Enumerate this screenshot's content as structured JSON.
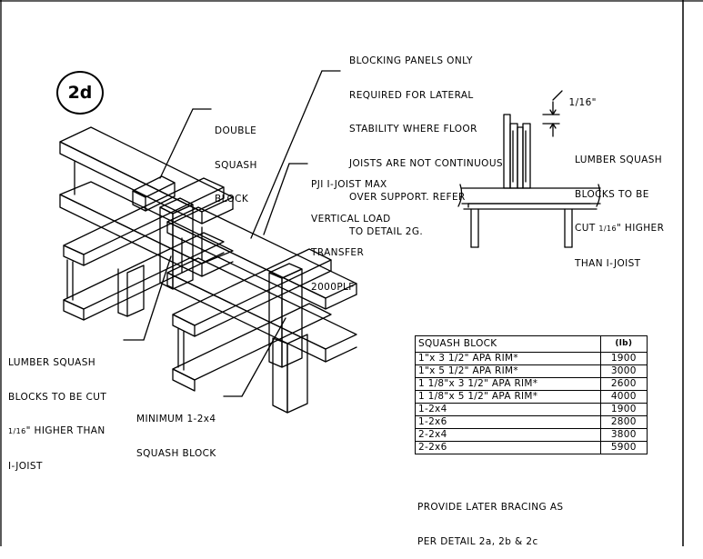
{
  "detail_id": "2d",
  "callouts": {
    "blocking_panels": [
      "BLOCKING PANELS ONLY",
      "REQUIRED FOR LATERAL",
      "STABILITY WHERE FLOOR",
      "JOISTS ARE NOT CONTINUOUS",
      "OVER SUPPORT. REFER",
      "TO DETAIL 2G."
    ],
    "double_squash": [
      "DOUBLE",
      "SQUASH",
      "BLOCK"
    ],
    "pji": [
      "PJI I-JOIST MAX",
      "VERTICAL LOAD",
      "TRANSFER",
      "2000PLF"
    ],
    "fraction": "1/16\"",
    "lumber_right": {
      "line1": "LUMBER SQUASH",
      "line2": "BLOCKS TO BE",
      "line3_pre": "CUT ",
      "line3_frac": "1/16",
      "line3_post": "\" HIGHER",
      "line4": "THAN I-JOIST"
    },
    "lumber_left": {
      "line1": "LUMBER SQUASH",
      "line2": "BLOCKS TO BE CUT",
      "line3_frac": "1/16",
      "line3_post": "\" HIGHER THAN",
      "line4": "I-JOIST"
    },
    "minimum": [
      "MINIMUM 1-2x4",
      "SQUASH BLOCK"
    ]
  },
  "table": {
    "header": {
      "label": "SQUASH BLOCK",
      "unit": "(lb)"
    },
    "rows": [
      {
        "label": "1\"x 3 1/2\" APA RIM*",
        "value": "1900"
      },
      {
        "label": "1\"x 5 1/2\" APA RIM*",
        "value": "3000"
      },
      {
        "label": "1 1/8\"x 3 1/2\" APA RIM*",
        "value": "2600"
      },
      {
        "label": "1 1/8\"x 5 1/2\" APA RIM*",
        "value": "4000"
      },
      {
        "label": "1-2x4",
        "value": "1900"
      },
      {
        "label": "1-2x6",
        "value": "2800"
      },
      {
        "label": "2-2x4",
        "value": "3800"
      },
      {
        "label": "2-2x6",
        "value": "5900"
      }
    ],
    "note": [
      "PROVIDE LATER BRACING AS",
      "PER DETAIL 2a, 2b & 2c"
    ]
  }
}
